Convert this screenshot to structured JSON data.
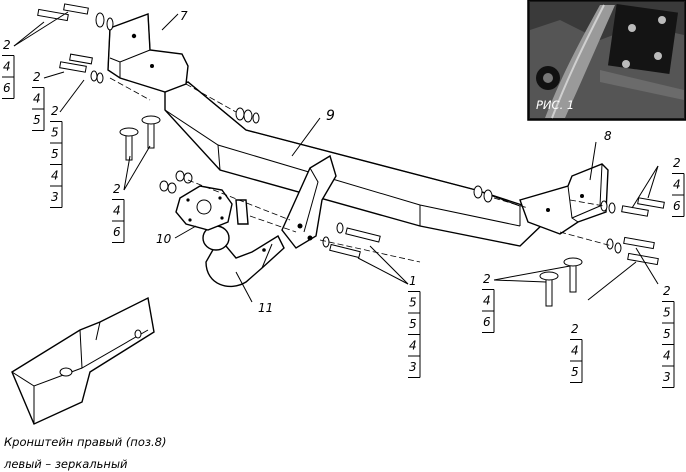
{
  "callouts": {
    "part7": "7",
    "part8": "8",
    "part9": "9",
    "part10": "10",
    "part11": "11"
  },
  "stacks": {
    "tl_top": [
      "2",
      "4",
      "6"
    ],
    "tl_mid": [
      "2",
      "4",
      "5"
    ],
    "tl_low": [
      "2",
      "5",
      "5",
      "4",
      "3"
    ],
    "ml": [
      "2",
      "4",
      "6"
    ],
    "center": [
      "1",
      "5",
      "5",
      "4",
      "3"
    ],
    "rb_left": [
      "2",
      "4",
      "6"
    ],
    "rb_mid": [
      "2",
      "4",
      "5"
    ],
    "right_top": [
      "2",
      "4",
      "6"
    ],
    "right_low": [
      "2",
      "5",
      "5",
      "4",
      "3"
    ]
  },
  "inset": {
    "label": "РИС. 1"
  },
  "caption": {
    "line1": "Кронштейн правый (поз.8)",
    "line2": "левый – зеркальный"
  }
}
